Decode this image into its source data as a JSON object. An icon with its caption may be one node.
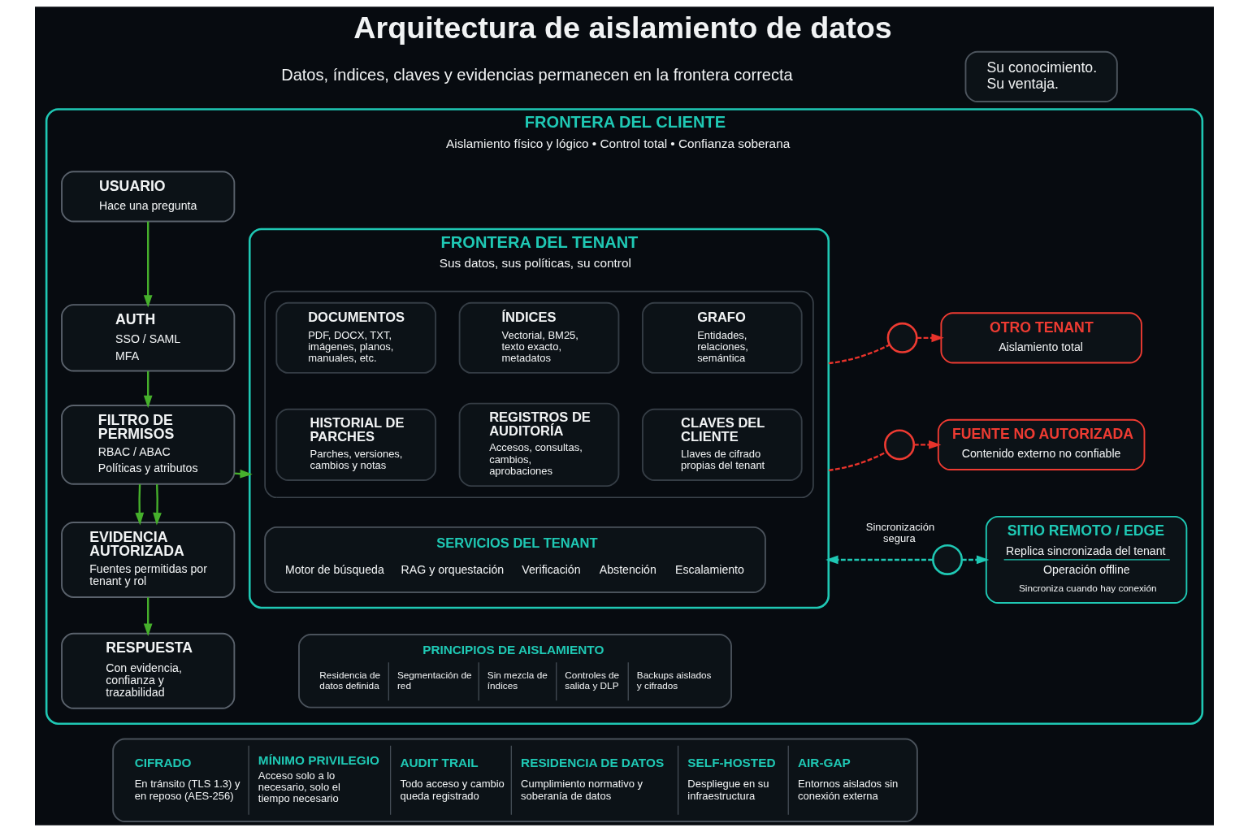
{
  "diagram": {
    "title": "Arquitectura de aislamiento de datos",
    "nodes": [
      {
        "text": [
          "Su conocimiento. Su ventaja."
        ]
      },
      {
        "text": [
          "FRONTERA DEL CLIENTE",
          "Aislamiento físico y lógico • Control total • Confianza soberana"
        ]
      },
      {
        "text": [
          "USUARIO",
          "Hace una pregunta"
        ],
        "in": 1
      },
      {
        "text": [
          "AUTH",
          "SSO / SAML",
          "MFA"
        ],
        "in": 1
      },
      {
        "text": [
          "FILTRO DE PERMISOS",
          "RBAC / ABAC",
          "Políticas y atributos"
        ],
        "in": 1
      },
      {
        "text": [
          "EVIDENCIA AUTORIZADA",
          "Fuentes permitidas por tenant y rol"
        ],
        "in": 1
      },
      {
        "text": [
          "RESPUESTA",
          "Con evidencia, confianza y trazabilidad"
        ],
        "in": 1
      },
      {
        "text": [
          "FRONTERA DEL TENANT",
          "Sus datos, sus políticas, su control"
        ],
        "in": 1
      },
      {
        "text": [],
        "shape": "box",
        "in": 7
      },
      {
        "text": [
          "DOCUMENTOS",
          "PDF, DOCX, TXT, imágenes, planos, manuales, etc."
        ],
        "in": 8
      },
      {
        "text": [
          "ÍNDICES",
          "Vectorial, BM25, texto exacto, metadatos"
        ],
        "in": 8
      },
      {
        "text": [
          "GRAFO",
          "Entidades, relaciones, semántica"
        ],
        "in": 8
      },
      {
        "text": [
          "HISTORIAL DE PARCHES",
          "Parches, versiones, cambios y notas"
        ],
        "in": 8
      },
      {
        "text": [
          "REGISTROS DE AUDITORÍA",
          "Accesos, consultas, cambios, aprobaciones"
        ],
        "in": 8
      },
      {
        "text": [
          "CLAVES DEL CLIENTE",
          "Llaves de cifrado propias del tenant"
        ],
        "in": 8
      },
      {
        "text": [
          "SERVICIOS DEL TENANT",
          "Motor de búsqueda",
          "RAG y orquestación",
          "Verificación",
          "Abstención",
          "Escalamiento"
        ],
        "in": 7
      },
      {
        "text": [],
        "shape": "circle",
        "in": 1
      },
      {
        "text": [
          "OTRO TENANT",
          "Aislamiento total"
        ],
        "in": 1
      },
      {
        "text": [],
        "shape": "circle",
        "in": 1
      },
      {
        "text": [
          "FUENTE NO AUTORIZADA",
          "Contenido externo no confiable"
        ],
        "in": 1
      },
      {
        "text": [],
        "shape": "circle",
        "beside": [
          "Sincronización segura"
        ],
        "in": 1
      },
      {
        "text": [
          "SITIO REMOTO / EDGE",
          "Replica sincronizada del tenant",
          "Operación offline",
          "Sincroniza cuando hay conexión"
        ],
        "in": 1
      },
      {
        "text": [
          "PRINCIPIOS DE AISLAMIENTO",
          "Residencia de datos definida",
          "Segmentación de red",
          "Sin mezcla de índices",
          "Controles de salida y DLP",
          "Backups aislados y cifrados"
        ],
        "in": 1
      },
      {
        "text": [
          "CIFRADO",
          "En tránsito (TLS 1.3) y en reposo (AES-256)",
          "MÍNIMO PRIVILEGIO",
          "Acceso solo a lo necesario, solo el tiempo necesario",
          "AUDIT TRAIL",
          "Todo acceso y cambio queda registrado",
          "RESIDENCIA DE DATOS",
          "Cumplimiento normativo y soberanía de datos",
          "SELF-HOSTED",
          "Despliegue en su infraestructura",
          "AIR-GAP",
          "Entornos aislados sin conexión externa"
        ]
      }
    ],
    "edges": [
      {
        "from": 2,
        "to": 3,
        "arrow": "to"
      },
      {
        "from": 3,
        "to": 4,
        "arrow": "to"
      },
      {
        "from": 4,
        "to": 5,
        "arrow": "to"
      },
      {
        "from": 4,
        "to": 5,
        "arrow": "to"
      },
      {
        "from": 5,
        "to": 6,
        "arrow": "to"
      },
      {
        "from": 4,
        "to": 7,
        "arrow": "to"
      },
      {
        "from": 7,
        "to": 16,
        "arrow": "none",
        "style": "dashed",
        "color": "#e8332b"
      },
      {
        "from": 16,
        "to": 17,
        "arrow": "to",
        "style": "dashed",
        "color": "#e8332b"
      },
      {
        "from": 7,
        "to": 18,
        "arrow": "none",
        "style": "dashed",
        "color": "#e8332b"
      },
      {
        "from": 18,
        "to": 19,
        "arrow": "to",
        "style": "dashed",
        "color": "#e8332b"
      },
      {
        "from": 20,
        "to": 7,
        "arrow": "to",
        "style": "dashed",
        "color": "#1fc8b4"
      },
      {
        "from": 20,
        "to": 21,
        "arrow": "to",
        "style": "dashed",
        "color": "#1fc8b4"
      }
    ],
    "labels": [
      "Datos, índices, claves y evidencias permanecen en la frontera correcta"
    ]
  }
}
